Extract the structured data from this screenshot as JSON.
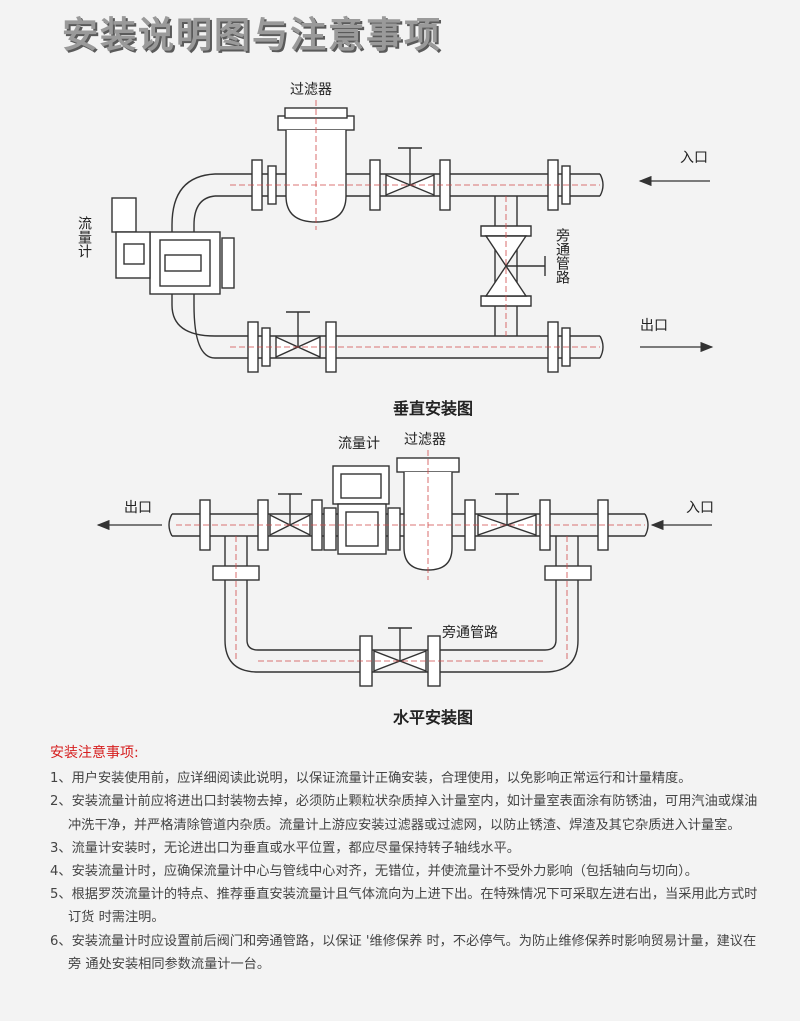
{
  "title": "安装说明图与注意事项",
  "vertical_diagram": {
    "caption": "垂直安装图",
    "filter_label": "过滤器",
    "flowmeter_label": "流量计",
    "bypass_label": "旁通管路",
    "inlet_label": "入口",
    "outlet_label": "出口"
  },
  "horizontal_diagram": {
    "caption": "水平安装图",
    "filter_label": "过滤器",
    "flowmeter_label": "流量计",
    "bypass_label": "旁通管路",
    "inlet_label": "入口",
    "outlet_label": "出口"
  },
  "notes": {
    "heading": "安装注意事项:",
    "items": [
      {
        "line1": "1、用户安装使用前，应详细阅读此说明，以保证流量计正确安装，合理使用，以免影响正常运行和计量精度。",
        "line2": ""
      },
      {
        "line1": "2、安装流量计前应将进出口封装物去掉，必须防止颗粒状杂质掉入计量室内，如计量室表面涂有防锈油，可用汽油或煤油",
        "line2": "冲洗干净，并严格清除管道内杂质。流量计上游应安装过滤器或过滤网，以防止锈渣、焊渣及其它杂质进入计量室。"
      },
      {
        "line1": "3、流量计安装时，无论进出口为垂直或水平位置，都应尽量保持转子轴线水平。",
        "line2": ""
      },
      {
        "line1": "4、安装流量计时，应确保流量计中心与管线中心对齐，无错位，并使流量计不受外力影响（包括轴向与切向）。",
        "line2": ""
      },
      {
        "line1": "5、根据罗茨流量计的特点、推荐垂直安装流量计且气体流向为上进下出。在特殊情况下可采取左进右出，当采用此方式时",
        "line2": "订货 时需注明。"
      },
      {
        "line1": "6、安装流量计时应设置前后阀门和旁通管路，以保证 '维修保养 时，不必停气。为防止维修保养时影响贸易计量，建议在",
        "line2": "旁 通处安装相同参数流量计一台。"
      }
    ]
  }
}
